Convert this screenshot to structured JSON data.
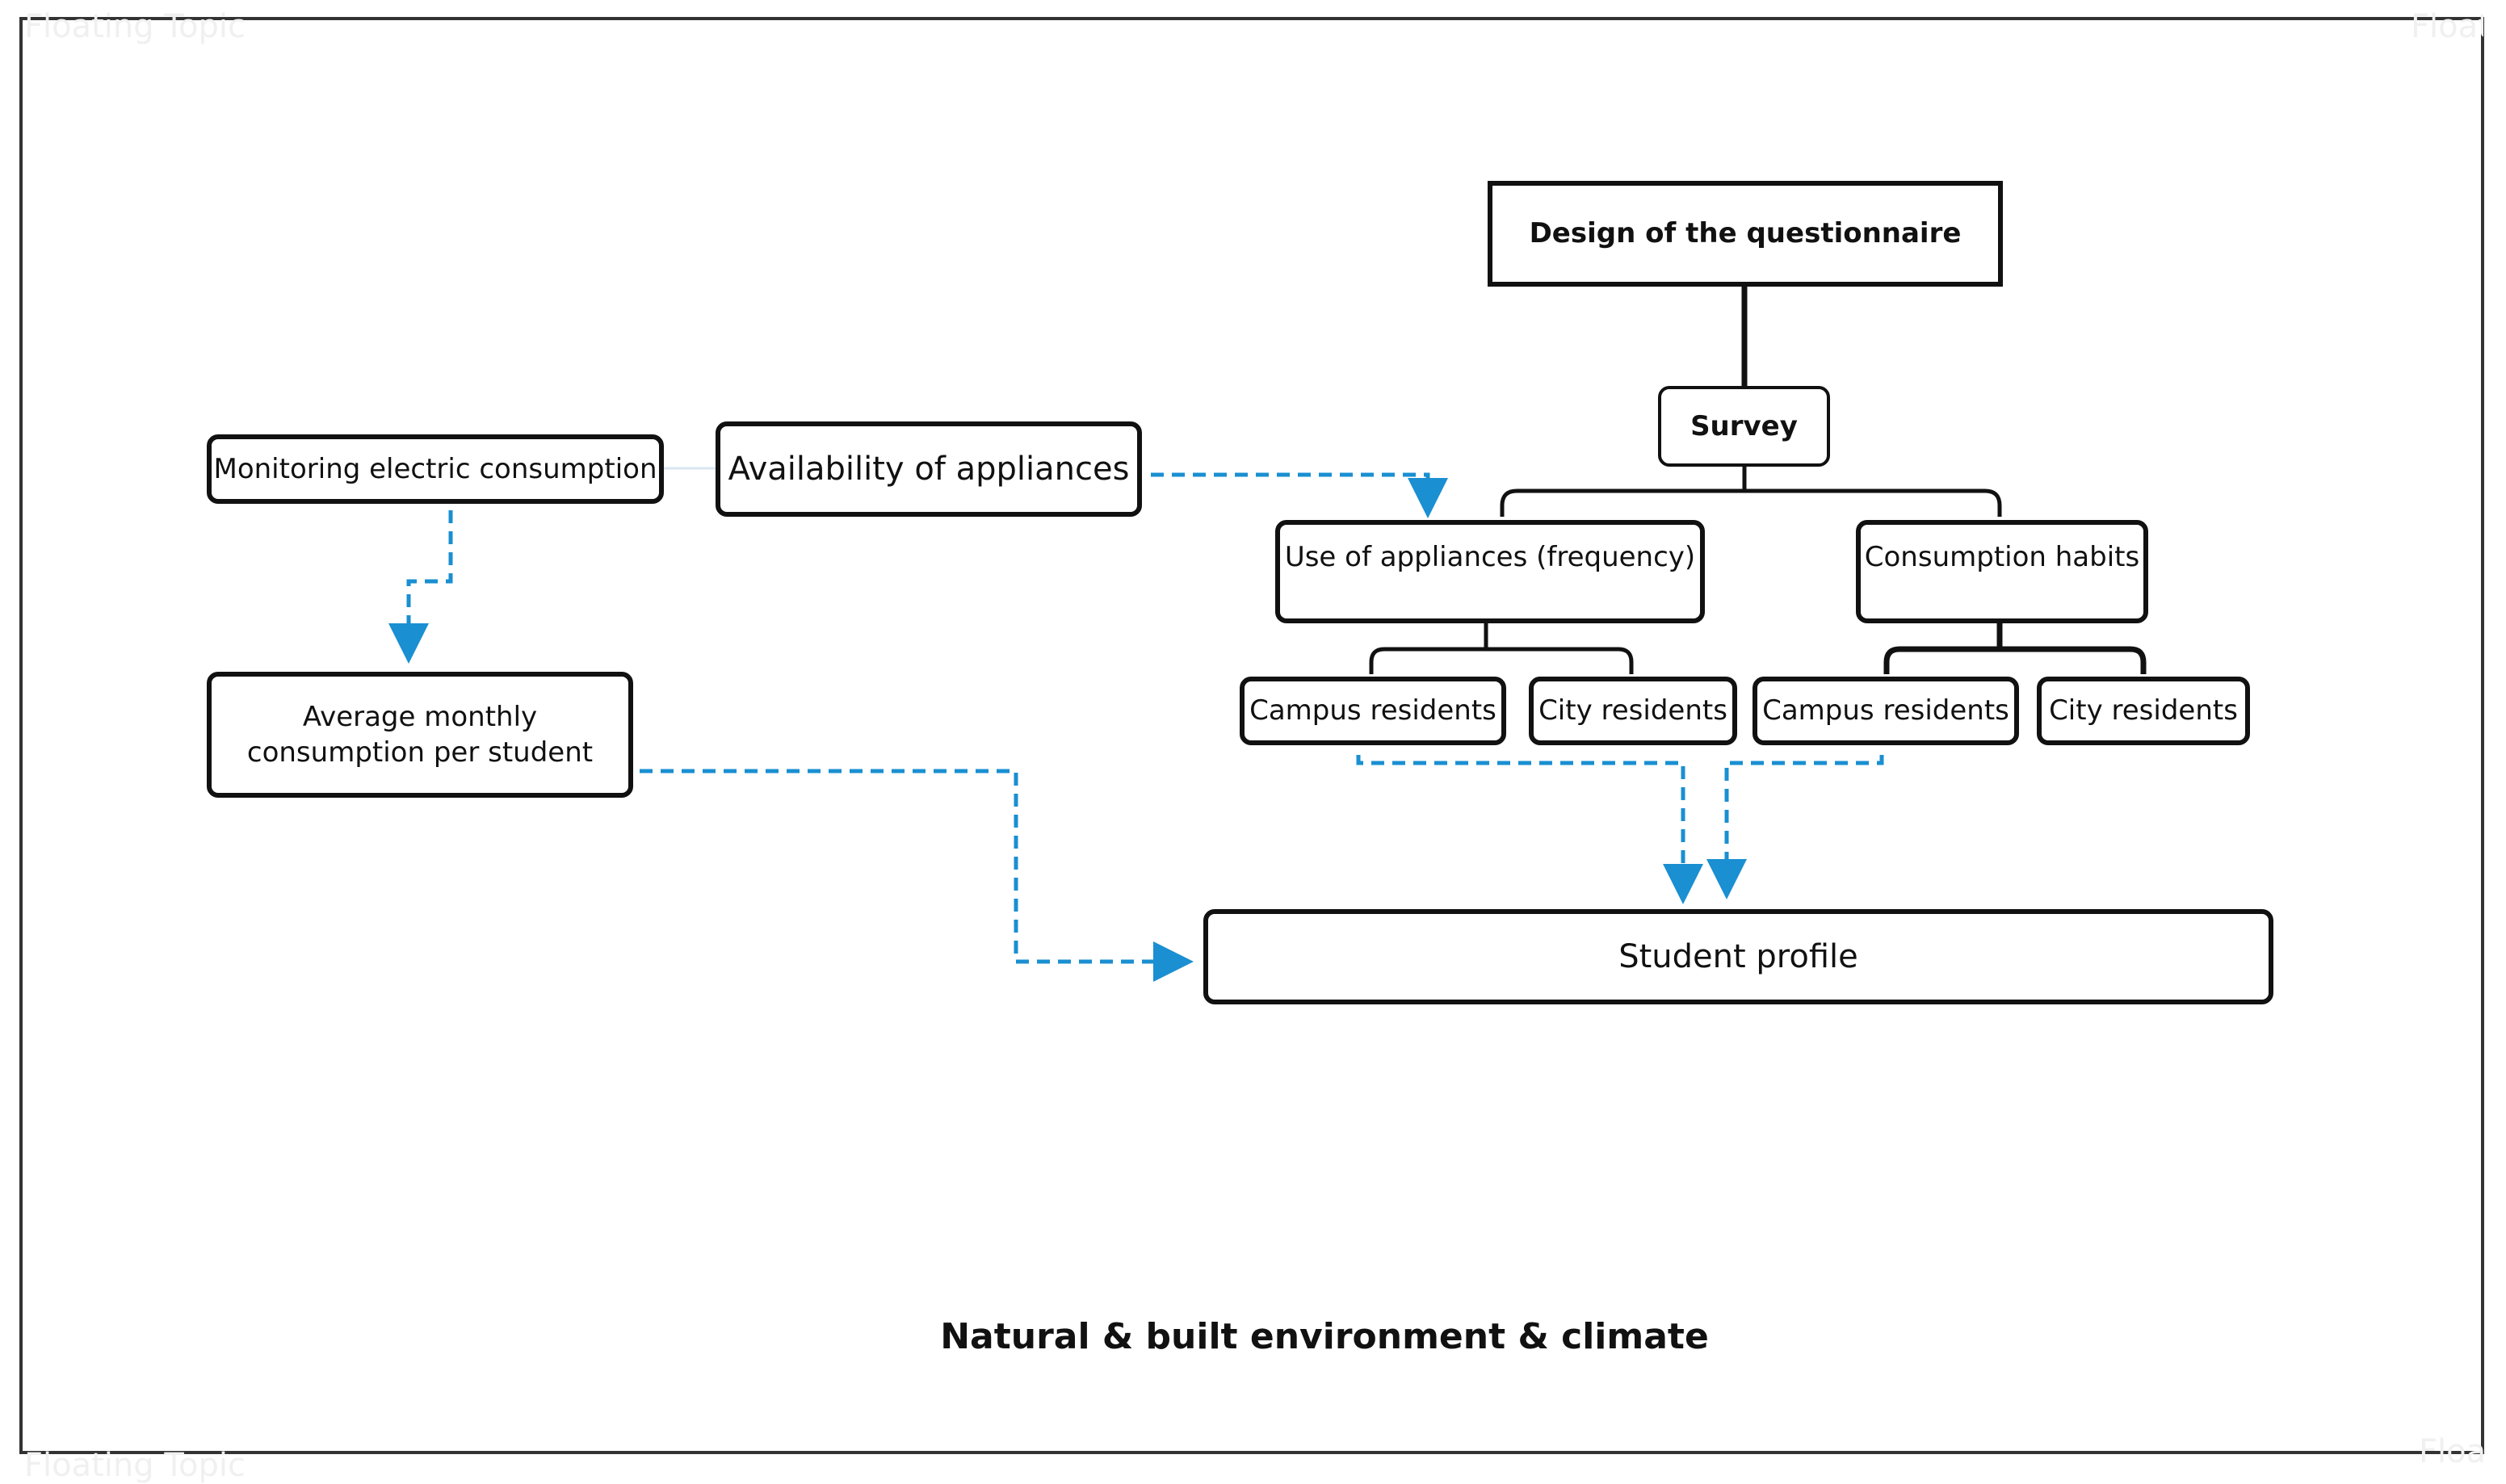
{
  "background_labels": {
    "top_left": "Floating Topic",
    "top_right": "Floating Topic",
    "bottom_left": "Floating Topic",
    "bottom_right": "Floating Topic"
  },
  "nodes": {
    "design": "Design of the questionnaire",
    "survey": "Survey",
    "use_of_appliances": "Use of appliances (frequency)",
    "consumption_habits": "Consumption habits",
    "use_campus": "Campus residents",
    "use_city": "City residents",
    "habits_campus": "Campus residents",
    "habits_city": "City residents",
    "monitoring": "Monitoring electric consumption",
    "availability": "Availability of appliances",
    "average": "Average monthly consumption per student",
    "student_profile": "Student profile"
  },
  "caption": "Natural & built environment & climate",
  "colors": {
    "box_border": "#111111",
    "tree_line": "#111111",
    "dashed_arrow": "#1a8fd1",
    "frame": "#333333"
  }
}
